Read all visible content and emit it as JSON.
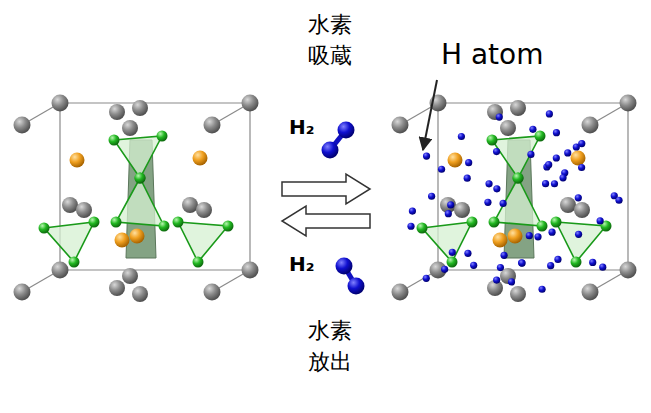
{
  "diagram": {
    "labels": [
      "水素 吸蔵",
      "H atom",
      "H₂",
      "H₂",
      "水素 放出"
    ]
  }
}
